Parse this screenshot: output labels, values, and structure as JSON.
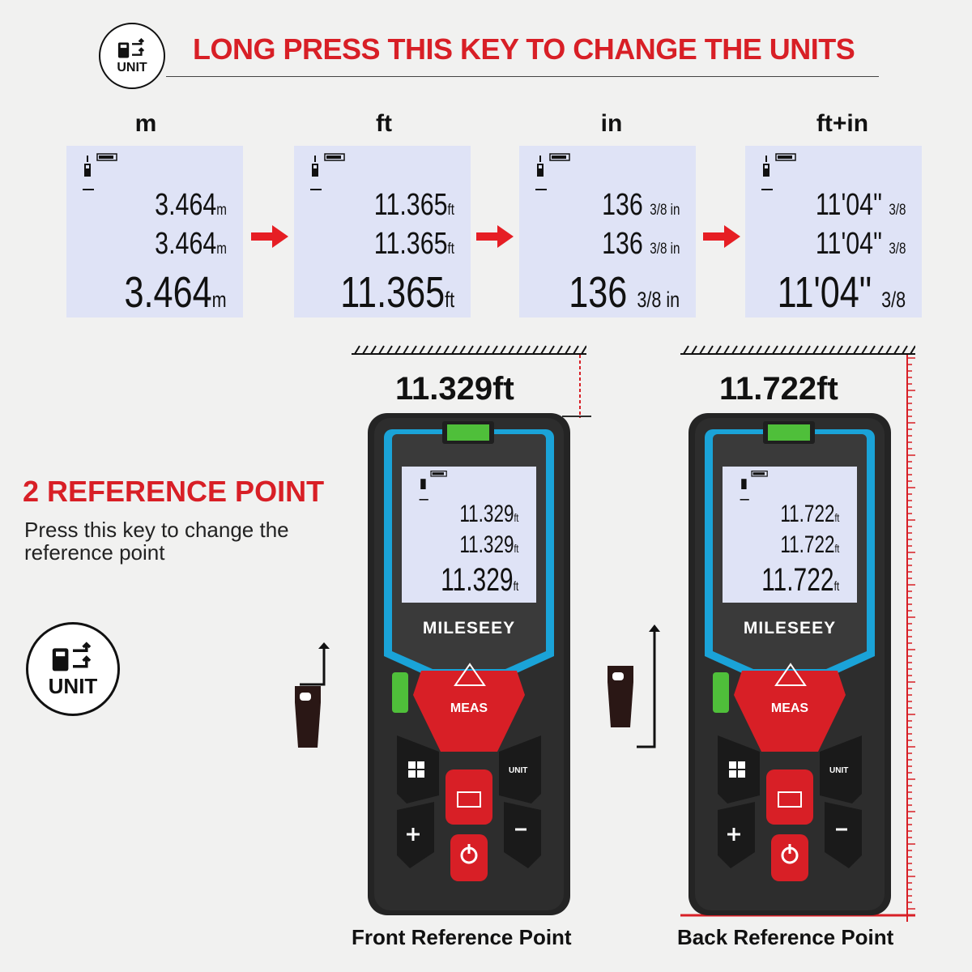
{
  "header": {
    "badge_text": "UNIT",
    "headline": "LONG PRESS THIS KEY TO CHANGE THE UNITS"
  },
  "units": [
    {
      "label": "m",
      "rows": [
        {
          "value": "3.464",
          "unit": "m"
        },
        {
          "value": "3.464",
          "unit": "m"
        },
        {
          "value": "3.464",
          "unit": "m"
        }
      ]
    },
    {
      "label": "ft",
      "rows": [
        {
          "value": "11.365",
          "unit": "ft"
        },
        {
          "value": "11.365",
          "unit": "ft"
        },
        {
          "value": "11.365",
          "unit": "ft"
        }
      ]
    },
    {
      "label": "in",
      "rows": [
        {
          "value": "136",
          "unit": "3/8 in"
        },
        {
          "value": "136",
          "unit": "3/8 in"
        },
        {
          "value": "136",
          "unit": "3/8 in"
        }
      ]
    },
    {
      "label": "ft+in",
      "rows": [
        {
          "value": "11'04\"",
          "unit": "3/8"
        },
        {
          "value": "11'04\"",
          "unit": "3/8"
        },
        {
          "value": "11'04\"",
          "unit": "3/8"
        }
      ]
    }
  ],
  "reference": {
    "title": "2 REFERENCE POINT",
    "description": "Press this key to change the reference point",
    "badge_text": "UNIT"
  },
  "devices": [
    {
      "reading": "11.329ft",
      "lcd_rows": [
        "11.329",
        "11.329",
        "11.329"
      ],
      "lcd_unit": "ft",
      "brand": "MILESEEY",
      "meas_label": "MEAS",
      "unit_key": "UNIT",
      "caption": "Front Reference Point"
    },
    {
      "reading": "11.722ft",
      "lcd_rows": [
        "11.722",
        "11.722",
        "11.722"
      ],
      "lcd_unit": "ft",
      "brand": "MILESEEY",
      "meas_label": "MEAS",
      "unit_key": "UNIT",
      "caption": "Back Reference Point"
    }
  ],
  "colors": {
    "accent": "#d81f26",
    "lcd_bg": "#dfe3f6",
    "device_blue": "#1aa3d8",
    "device_body": "#2a2a2a"
  }
}
